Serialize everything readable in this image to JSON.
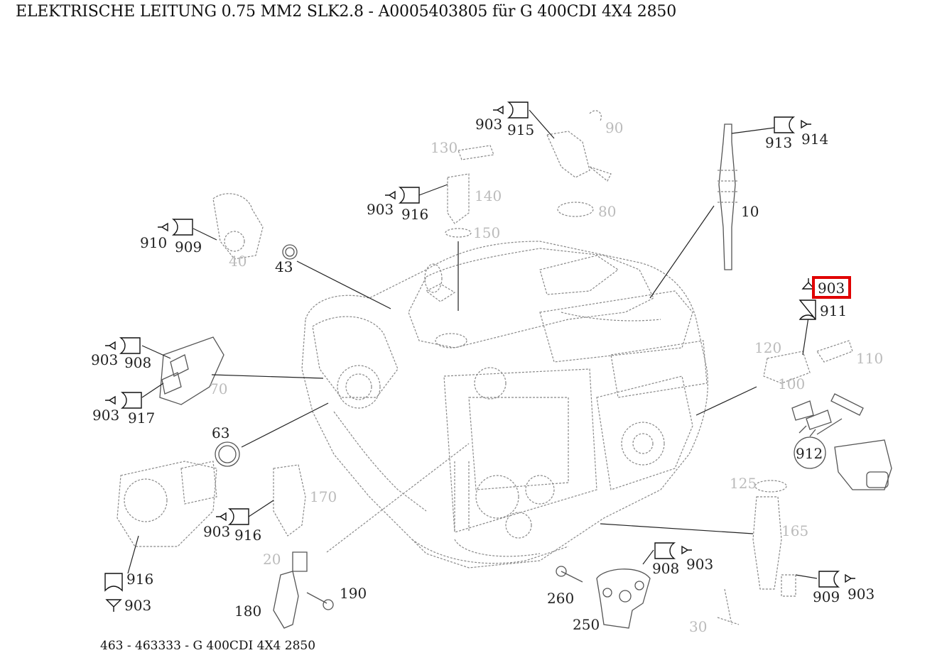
{
  "header": {
    "title": "ELEKTRISCHE LEITUNG 0.75 MM2 SLK2.8 - A0005403805 für G 400CDI 4X4 2850"
  },
  "footer": {
    "model": "463 - 463333 - G 400CDI 4X4 2850"
  },
  "callouts": {
    "c903_tl": "903",
    "c915": "915",
    "c913": "913",
    "c914": "914",
    "c903_m": "903",
    "c916_m": "916",
    "c910": "910",
    "c909_l": "909",
    "c43": "43",
    "c10": "10",
    "c903_sel": "903",
    "c911": "911",
    "c903_l1": "903",
    "c908_l": "908",
    "c903_l2": "903",
    "c917": "917",
    "c63": "63",
    "c912": "912",
    "c903_b": "903",
    "c916_b": "916",
    "c916_bl": "916",
    "c903_bl": "903",
    "c908_b": "908",
    "c903_br": "903",
    "c909_br": "909",
    "c903_brr": "903",
    "c260": "260",
    "c250": "250",
    "c180": "180",
    "c190": "190",
    "f140a": "140",
    "f150": "150",
    "f130": "130",
    "f90": "90",
    "f80": "80",
    "f40": "40",
    "f70": "70",
    "f100": "100",
    "f110": "110",
    "f120": "120",
    "f125": "125",
    "f165": "165",
    "f170": "170",
    "f20": "20",
    "f30": "30"
  },
  "selected_part": "903",
  "colors": {
    "highlight": "#e00000",
    "ink": "#222222",
    "faint": "#bbbbbb"
  }
}
